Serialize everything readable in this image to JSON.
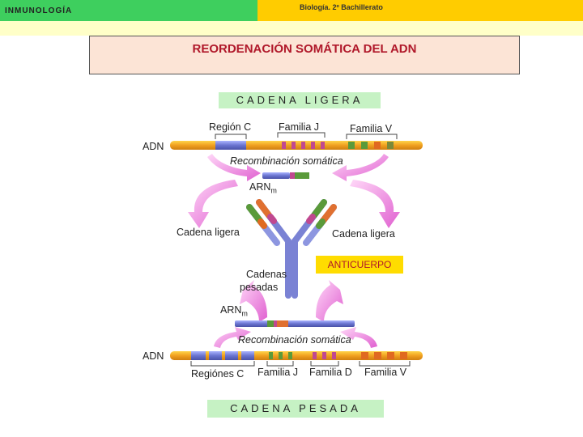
{
  "header": {
    "title": "INMUNOLOGÍA",
    "subtitle": "Biología. 2º Bachillerato"
  },
  "main_title": "REORDENACIÓN SOMÁTICA DEL ADN",
  "light_chain": {
    "heading": "CADENA LIGERA",
    "region_c": "Región C",
    "family_j": "Familia J",
    "family_v": "Familia V",
    "adn": "ADN",
    "recombination": "Recombinación somática",
    "arnm_main": "ARN",
    "arnm_sub": "m"
  },
  "antibody": {
    "left_label": "Cadena ligera",
    "right_label": "Cadena ligera",
    "heavy_label_1": "Cadenas",
    "heavy_label_2": "pesadas",
    "badge": "ANTICUERPO"
  },
  "heavy_chain": {
    "arnm_main": "ARN",
    "arnm_sub": "m",
    "recombination": "Recombinación somática",
    "adn": "ADN",
    "regions_c": "Regiónes C",
    "family_j": "Familia J",
    "family_d": "Familia D",
    "family_v": "Familia V",
    "heading": "CADENA PESADA"
  },
  "colors": {
    "header_green": "#3ecf5e",
    "header_yellow": "#ffcc00",
    "title_red": "#b0182a",
    "label_green": "#c6f2c4",
    "badge_yellow": "#ffdc00",
    "arrow_pink": "#e86fd8"
  }
}
